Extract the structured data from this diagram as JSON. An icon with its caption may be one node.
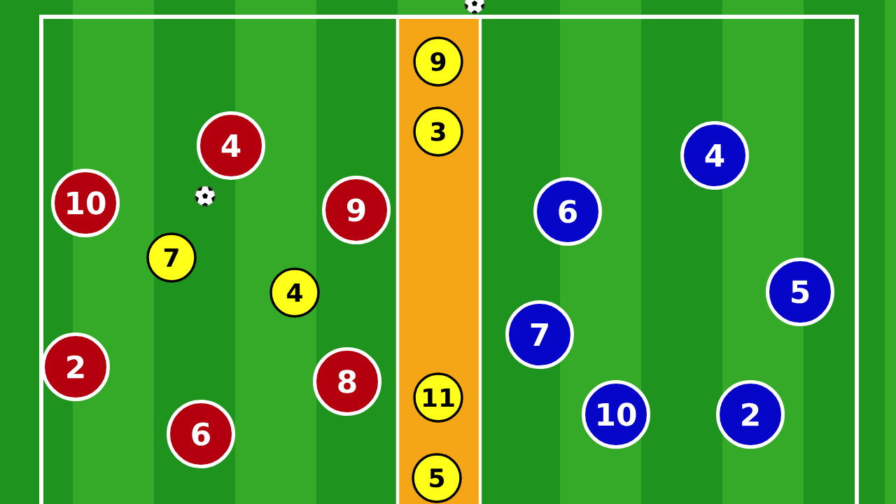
{
  "diagram": {
    "nodes": [
      {
        "text": [
          "9"
        ]
      },
      {
        "text": [
          "3"
        ]
      },
      {
        "text": [
          "4"
        ]
      },
      {
        "text": [
          "4"
        ]
      },
      {
        "text": [
          "10"
        ]
      },
      {
        "text": [
          "9"
        ]
      },
      {
        "text": [
          "6"
        ]
      },
      {
        "text": [
          "7"
        ]
      },
      {
        "text": [
          "5"
        ]
      },
      {
        "text": [
          "4"
        ]
      },
      {
        "text": [
          "7"
        ]
      },
      {
        "text": [
          "2"
        ]
      },
      {
        "text": [
          "8"
        ]
      },
      {
        "text": [
          "11"
        ]
      },
      {
        "text": [
          "10"
        ]
      },
      {
        "text": [
          "2"
        ]
      },
      {
        "text": [
          "6"
        ]
      },
      {
        "text": [
          "5"
        ]
      }
    ]
  }
}
